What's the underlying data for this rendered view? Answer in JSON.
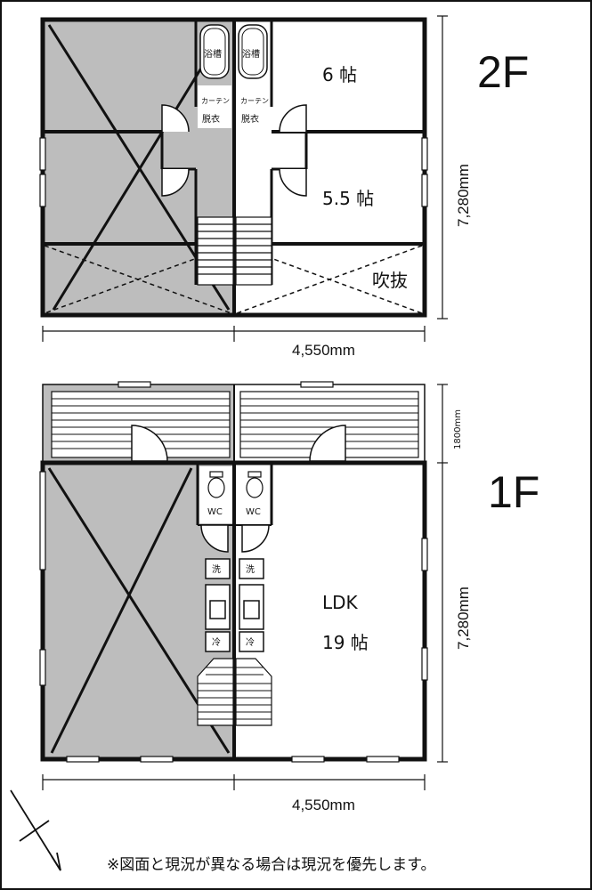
{
  "floors": {
    "second": {
      "label": "2F",
      "bath_left": "浴槽",
      "bath_right": "浴槽",
      "curtain_left": "カーテン",
      "curtain_right": "カーテン",
      "dressing_left": "脱衣",
      "dressing_right": "脱衣",
      "room_6": "6 帖",
      "room_55": "5.5 帖",
      "void": "吹抜",
      "dim_height": "7,280mm",
      "dim_width": "4,550mm"
    },
    "first": {
      "label": "1F",
      "wc_left": "WC",
      "wc_right": "WC",
      "wash_left": "洗",
      "wash_right": "洗",
      "fridge_left": "冷",
      "fridge_right": "冷",
      "ldk": "LDK",
      "ldk_size": "19 帖",
      "dim_porch": "1800mm",
      "dim_height": "7,280mm",
      "dim_width": "4,550mm"
    }
  },
  "note": "※図面と現況が異なる場合は現況を優先します。",
  "colors": {
    "wall": "#111111",
    "shade": "#bdbdbd",
    "background": "#ffffff"
  }
}
